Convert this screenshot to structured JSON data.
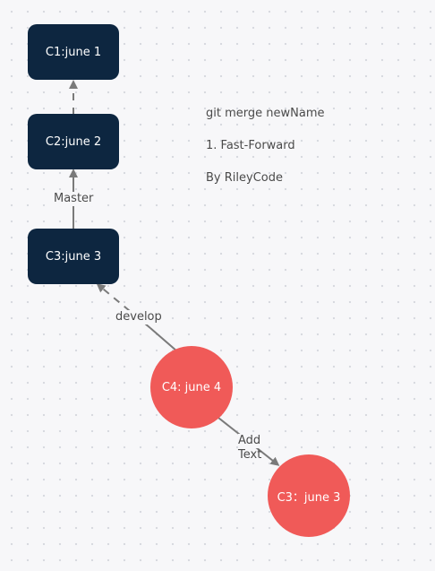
{
  "nodes": {
    "c1": "C1:june 1",
    "c2": "C2:june 2",
    "c3": "C3:june 3",
    "c4": "C4: june 4",
    "c5": "C3：june 3"
  },
  "edge_labels": {
    "master": "Master",
    "develop": "develop",
    "add_text_1": "Add",
    "add_text_2": "Text"
  },
  "notes": {
    "line1": "git merge newName",
    "line2": "1. Fast-Forward",
    "line3": "By RileyCode"
  },
  "colors": {
    "dark_node": "#0d2640",
    "red_node": "#f05a58",
    "edge": "#7a7a7a"
  }
}
